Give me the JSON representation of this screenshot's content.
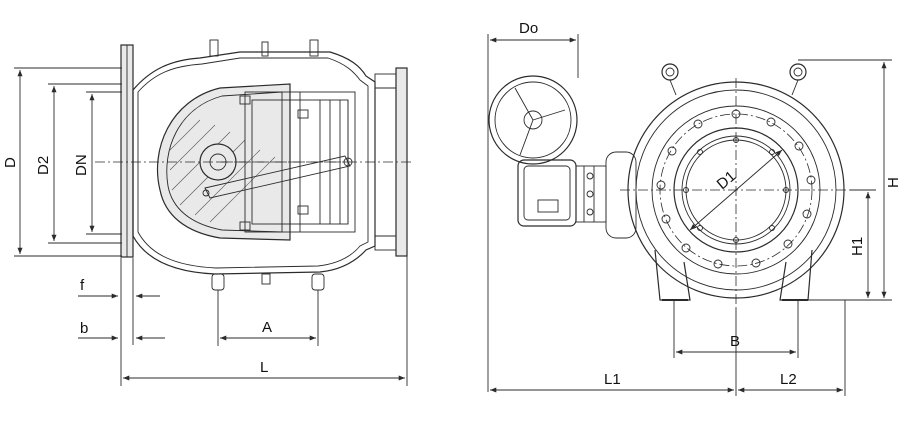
{
  "labels": {
    "D": "D",
    "D2": "D2",
    "DN": "DN",
    "f": "f",
    "b": "b",
    "A": "A",
    "L": "L",
    "Do": "Do",
    "D1": "D1",
    "H": "H",
    "H1": "H1",
    "B": "B",
    "L1": "L1",
    "L2": "L2"
  }
}
